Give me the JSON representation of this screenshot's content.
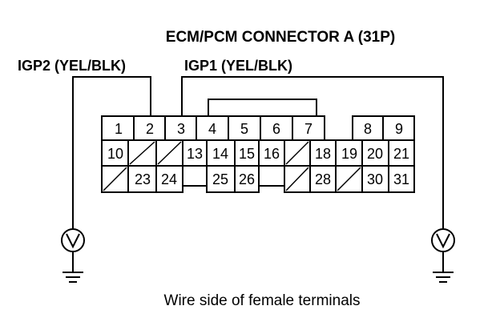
{
  "title": "ECM/PCM CONNECTOR A (31P)",
  "labels": {
    "igp2": "IGP2 (YEL/BLK)",
    "igp1": "IGP1 (YEL/BLK)"
  },
  "caption": "Wire side of female terminals",
  "meter_left": "voltmeter-icon",
  "meter_right": "voltmeter-icon",
  "connector": {
    "row1": [
      "1",
      "2",
      "3",
      "4",
      "5",
      "6",
      "7",
      "",
      "8",
      "9"
    ],
    "row2": [
      "10",
      "",
      "",
      "13",
      "14",
      "15",
      "16",
      "",
      "18",
      "19",
      "20",
      "21"
    ],
    "row3": [
      "",
      "23",
      "24",
      "25",
      "26",
      "",
      "28",
      "",
      "30",
      "31"
    ]
  }
}
